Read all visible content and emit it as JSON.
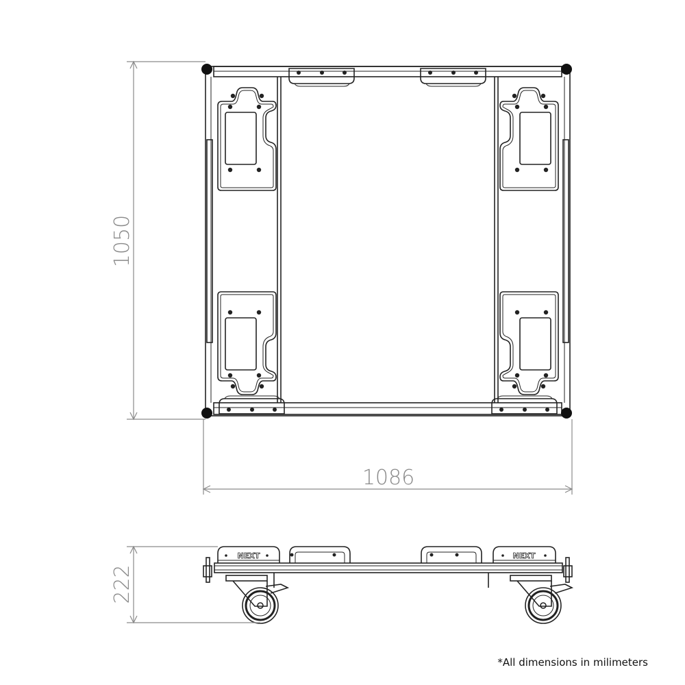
{
  "dimensions": {
    "height": "1050",
    "width": "1086",
    "side_height": "222"
  },
  "logo_text": "NEXT",
  "footnote": "*All dimensions in milimeters",
  "colors": {
    "line": "#222222",
    "dimension": "#8a8a8a"
  }
}
